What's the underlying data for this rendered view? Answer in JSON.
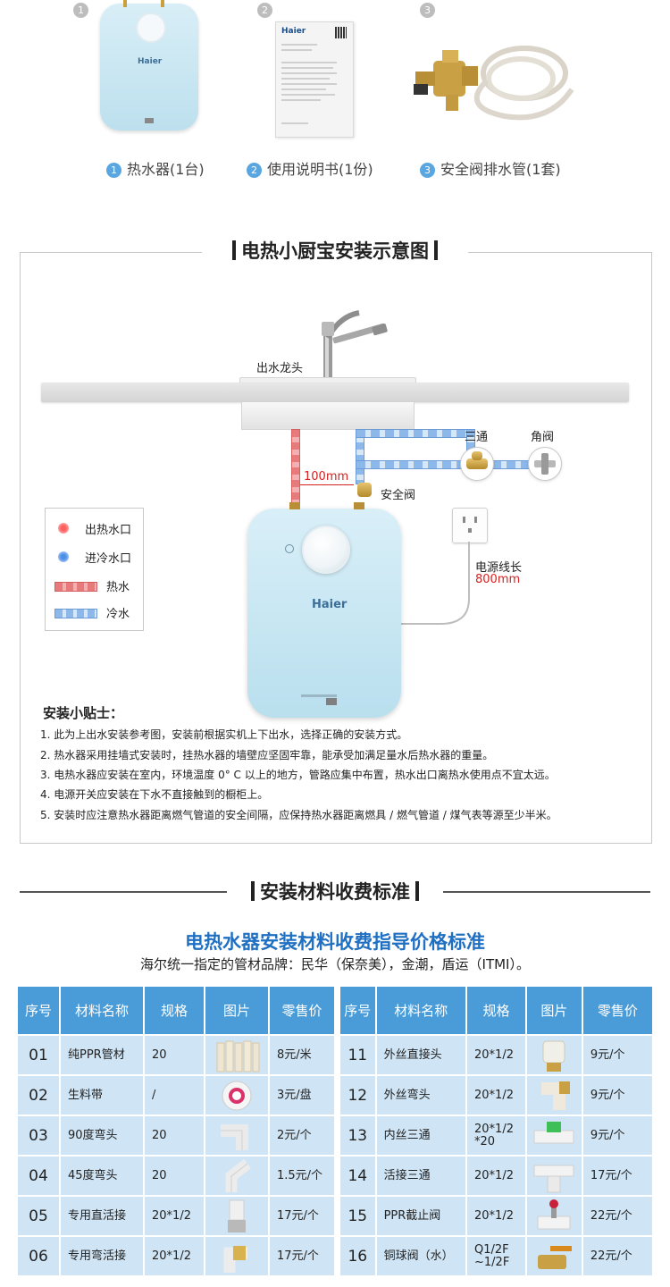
{
  "package": {
    "items": [
      {
        "num": "1",
        "label": "热水器(1台)"
      },
      {
        "num": "2",
        "label": "使用说明书(1份)"
      },
      {
        "num": "3",
        "label": "安全阀排水管(1套)"
      }
    ],
    "brand": "Haier"
  },
  "install": {
    "title": "电热小厨宝安装示意图",
    "faucet_label": "出水龙头",
    "tee_label": "三通",
    "angle_valve_label": "角阀",
    "distance": "100mm",
    "safety_valve_label": "安全阀",
    "cord_label": "电源线长",
    "cord_length": "800mm",
    "legend": [
      {
        "label": "出热水口",
        "kind": "hot-dot"
      },
      {
        "label": "进冷水口",
        "kind": "cold-dot"
      },
      {
        "label": "热水",
        "kind": "hot-pipe"
      },
      {
        "label": "冷水",
        "kind": "cold-pipe"
      }
    ],
    "colors": {
      "hot": "#e77b7b",
      "cold": "#8cb8ea"
    },
    "tips_title": "安装小贴士：",
    "tips": [
      "1. 此为上出水安装参考图，安装前根据实机上下出水，选择正确的安装方式。",
      "2. 热水器采用挂墙式安装时，挂热水器的墙壁应坚固牢靠，能承受加满足量水后热水器的重量。",
      "3. 电热水器应安装在室内，环境温度 0°  C 以上的地方，管路应集中布置，热水出口离热水使用点不宜太远。",
      "4. 电源开关应安装在下水不直接触到的橱柜上。",
      "5. 安装时应注意热水器距离燃气管道的安全间隔，应保持热水器距离燃具 / 燃气管道 / 煤气表等源至少半米。"
    ]
  },
  "fees": {
    "section_title": "安装材料收费标准",
    "title": "电热水器安装材料收费指导价格标准",
    "subtitle": "海尔统一指定的管材品牌：民华（保奈美），金潮，盾运（ITMI）。",
    "headers": [
      "序号",
      "材料名称",
      "规格",
      "图片",
      "零售价"
    ],
    "left": [
      {
        "no": "01",
        "name": "纯PPR管材",
        "spec": "20",
        "price": "8元/米",
        "pic": "pipe-bundle-icon"
      },
      {
        "no": "02",
        "name": "生料带",
        "spec": "/",
        "price": "3元/盘",
        "pic": "tape-roll-icon"
      },
      {
        "no": "03",
        "name": "90度弯头",
        "spec": "20",
        "price": "2元/个",
        "pic": "elbow-90-icon"
      },
      {
        "no": "04",
        "name": "45度弯头",
        "spec": "20",
        "price": "1.5元/个",
        "pic": "elbow-45-icon"
      },
      {
        "no": "05",
        "name": "专用直活接",
        "spec": "20*1/2",
        "price": "17元/个",
        "pic": "straight-union-icon"
      },
      {
        "no": "06",
        "name": "专用弯活接",
        "spec": "20*1/2",
        "price": "17元/个",
        "pic": "elbow-union-icon"
      }
    ],
    "right": [
      {
        "no": "11",
        "name": "外丝直接头",
        "spec": "20*1/2",
        "price": "9元/个",
        "pic": "male-connector-icon"
      },
      {
        "no": "12",
        "name": "外丝弯头",
        "spec": "20*1/2",
        "price": "9元/个",
        "pic": "male-elbow-icon"
      },
      {
        "no": "13",
        "name": "内丝三通",
        "spec": "20*1/2\n*20",
        "price": "9元/个",
        "pic": "female-tee-icon"
      },
      {
        "no": "14",
        "name": "活接三通",
        "spec": "20*1/2",
        "price": "17元/个",
        "pic": "union-tee-icon"
      },
      {
        "no": "15",
        "name": "PPR截止阀",
        "spec": "20*1/2",
        "price": "22元/个",
        "pic": "stop-valve-icon"
      },
      {
        "no": "16",
        "name": "铜球阀（水）",
        "spec": "Q1/2F\n~1/2F",
        "price": "22元/个",
        "pic": "brass-ball-valve-icon"
      }
    ]
  }
}
